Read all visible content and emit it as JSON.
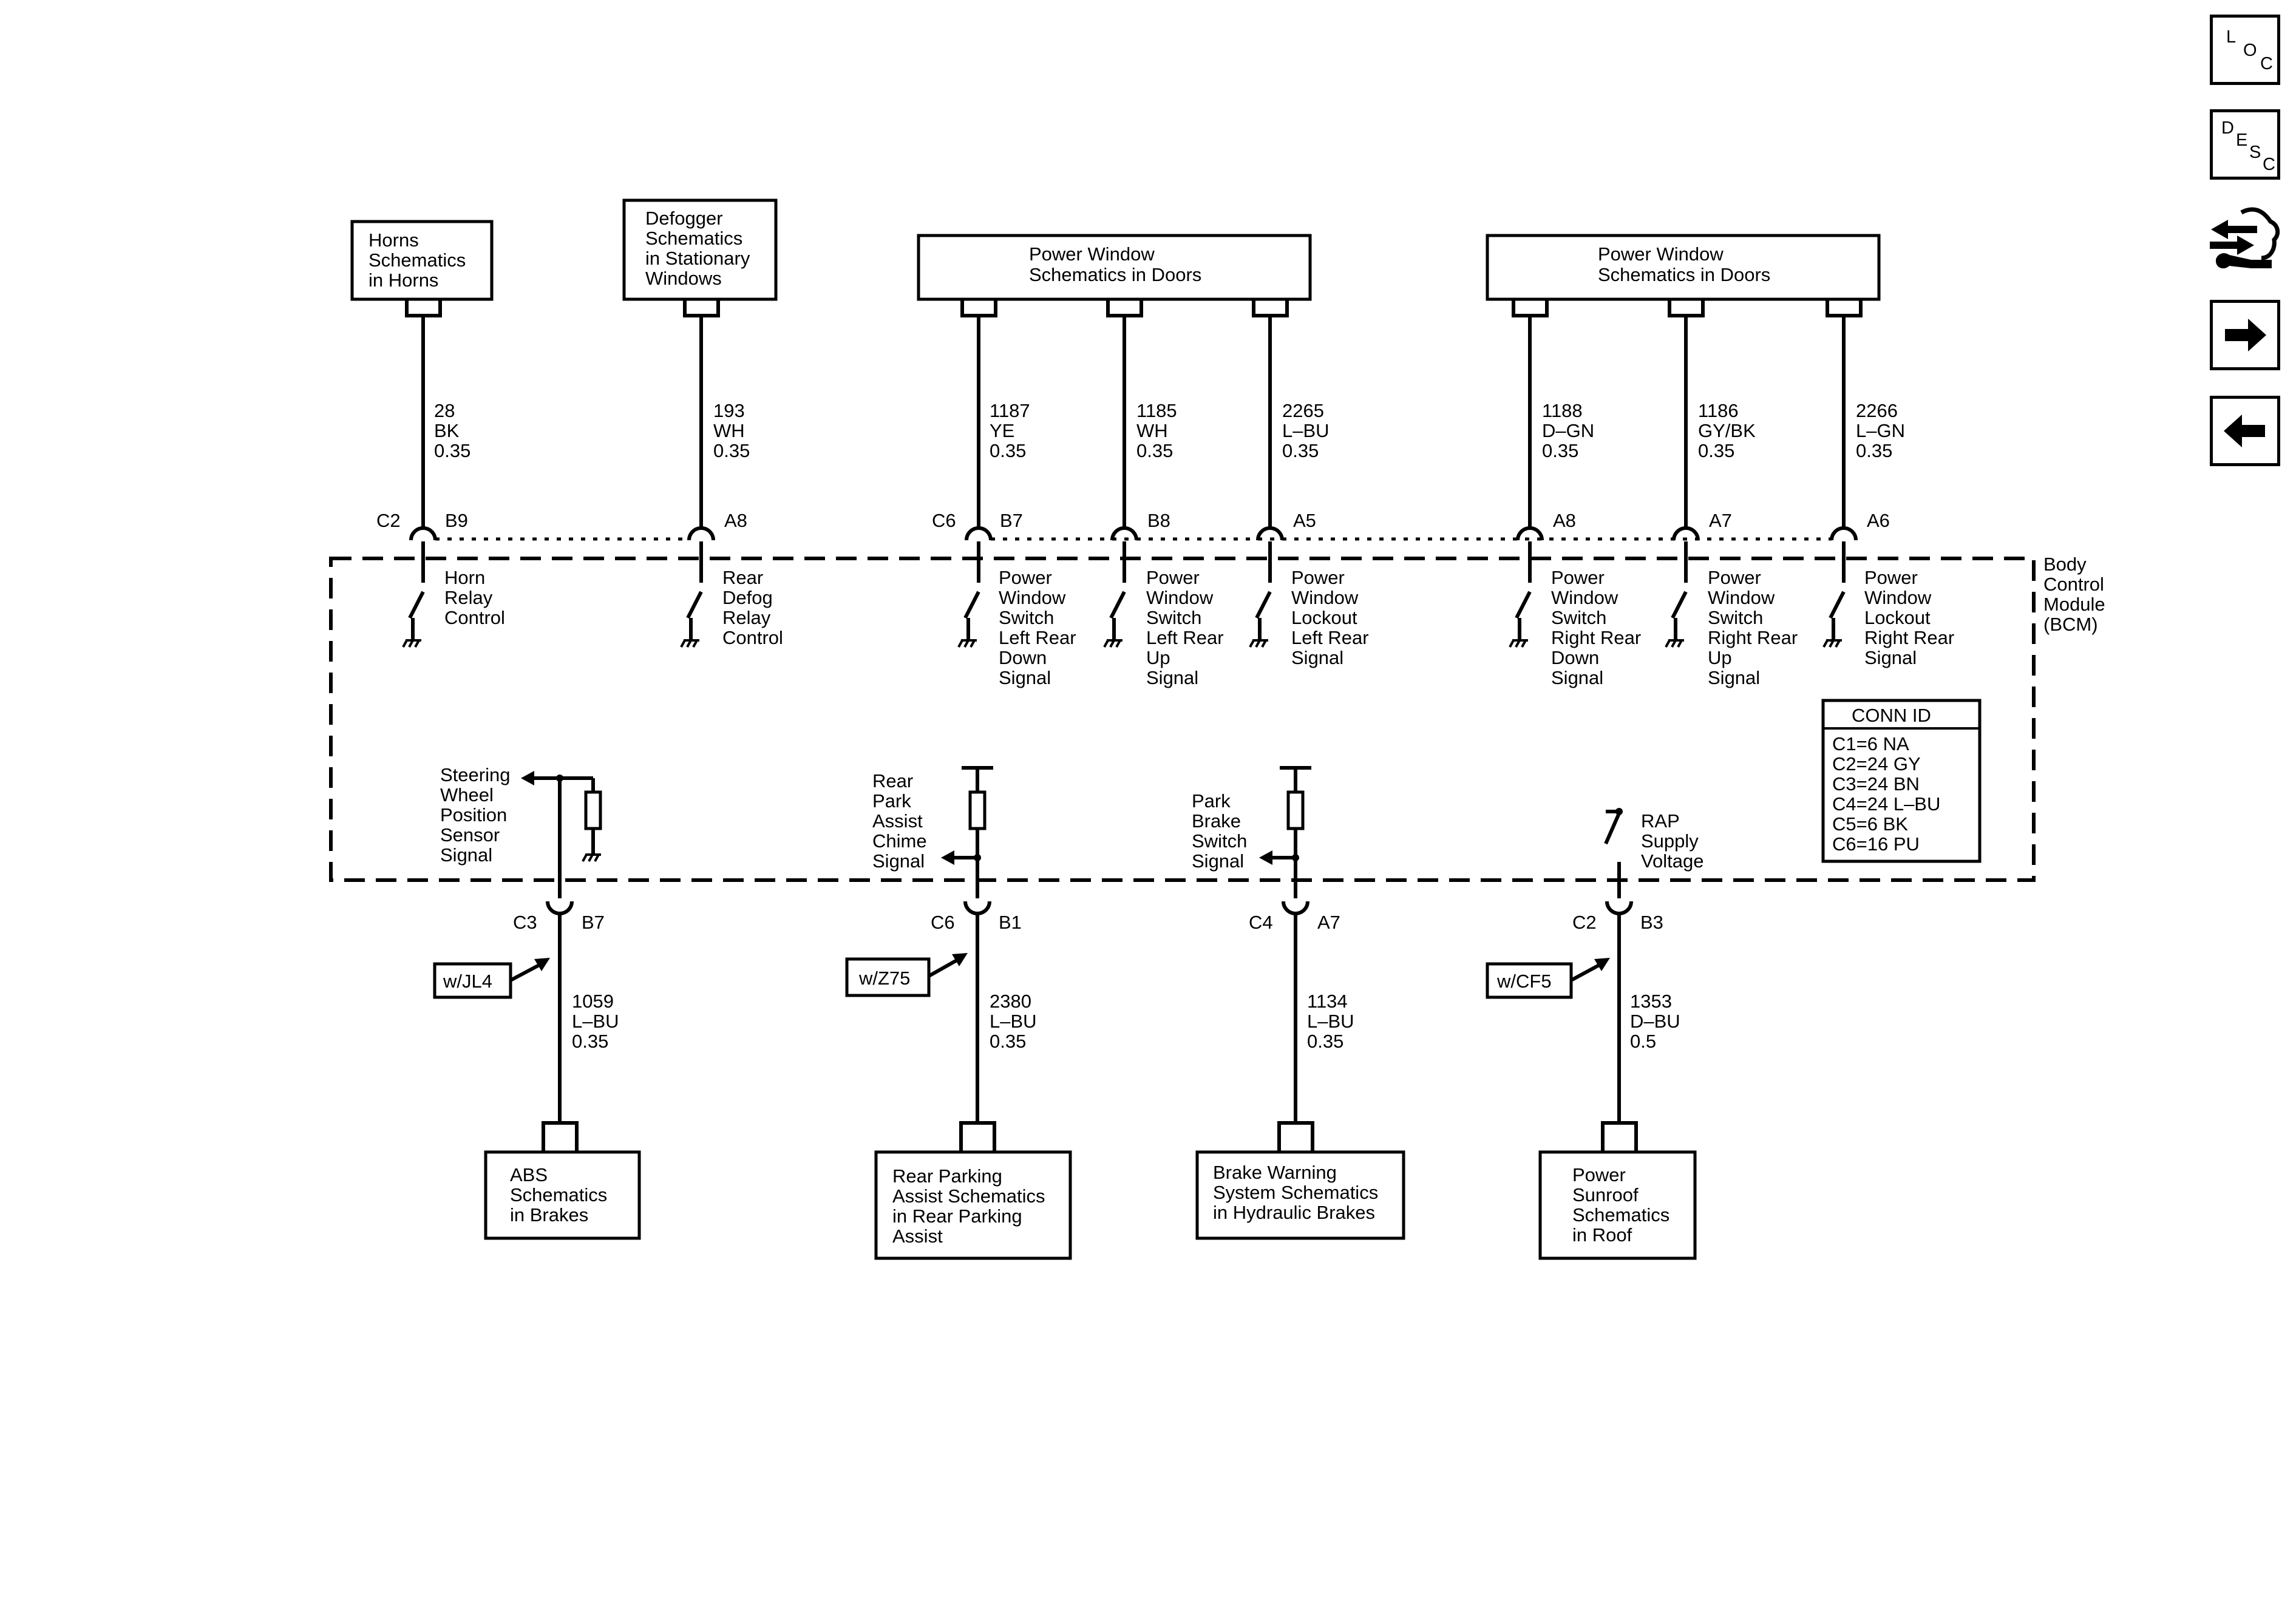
{
  "sources_top": {
    "horns": [
      "Horns",
      "Schematics",
      "in Horns"
    ],
    "defogger": [
      "Defogger",
      "Schematics",
      "in Stationary",
      "Windows"
    ],
    "power_window_left": [
      "Power Window",
      "Schematics in Doors"
    ],
    "power_window_right": [
      "Power Window",
      "Schematics in Doors"
    ]
  },
  "wires_top": [
    {
      "circuit": "28",
      "color": "BK",
      "gauge": "0.35",
      "conn": "C2",
      "pin": "B9",
      "function": [
        "Horn",
        "Relay",
        "Control"
      ]
    },
    {
      "circuit": "193",
      "color": "WH",
      "gauge": "0.35",
      "conn": "",
      "pin": "A8",
      "function": [
        "Rear",
        "Defog",
        "Relay",
        "Control"
      ]
    },
    {
      "circuit": "1187",
      "color": "YE",
      "gauge": "0.35",
      "conn": "C6",
      "pin": "B7",
      "function": [
        "Power",
        "Window",
        "Switch",
        "Left Rear",
        "Down",
        "Signal"
      ]
    },
    {
      "circuit": "1185",
      "color": "WH",
      "gauge": "0.35",
      "conn": "",
      "pin": "B8",
      "function": [
        "Power",
        "Window",
        "Switch",
        "Left Rear",
        "Up",
        "Signal"
      ]
    },
    {
      "circuit": "2265",
      "color": "L–BU",
      "gauge": "0.35",
      "conn": "",
      "pin": "A5",
      "function": [
        "Power",
        "Window",
        "Lockout",
        "Left Rear",
        "Signal"
      ]
    },
    {
      "circuit": "1188",
      "color": "D–GN",
      "gauge": "0.35",
      "conn": "",
      "pin": "A8",
      "function": [
        "Power",
        "Window",
        "Switch",
        "Right Rear",
        "Down",
        "Signal"
      ]
    },
    {
      "circuit": "1186",
      "color": "GY/BK",
      "gauge": "0.35",
      "conn": "",
      "pin": "A7",
      "function": [
        "Power",
        "Window",
        "Switch",
        "Right Rear",
        "Up",
        "Signal"
      ]
    },
    {
      "circuit": "2266",
      "color": "L–GN",
      "gauge": "0.35",
      "conn": "",
      "pin": "A6",
      "function": [
        "Power",
        "Window",
        "Lockout",
        "Right Rear",
        "Signal"
      ]
    }
  ],
  "module": {
    "label": [
      "Body",
      "Control",
      "Module",
      "(BCM)"
    ],
    "conn_id_title": "CONN ID",
    "conn_id": [
      "C1=6 NA",
      "C2=24 GY",
      "C3=24 BN",
      "C4=24 L–BU",
      "C5=6 BK",
      "C6=16 PU"
    ]
  },
  "wires_bottom": [
    {
      "circuit": "1059",
      "color": "L–BU",
      "gauge": "0.35",
      "conn": "C3",
      "pin": "B7",
      "option": "w/JL4",
      "function": [
        "Steering",
        "Wheel",
        "Position",
        "Sensor",
        "Signal"
      ]
    },
    {
      "circuit": "2380",
      "color": "L–BU",
      "gauge": "0.35",
      "conn": "C6",
      "pin": "B1",
      "option": "w/Z75",
      "function": [
        "Rear",
        "Park",
        "Assist",
        "Chime",
        "Signal"
      ]
    },
    {
      "circuit": "1134",
      "color": "L–BU",
      "gauge": "0.35",
      "conn": "C4",
      "pin": "A7",
      "option": "",
      "function": [
        "Park",
        "Brake",
        "Switch",
        "Signal"
      ]
    },
    {
      "circuit": "1353",
      "color": "D–BU",
      "gauge": "0.5",
      "conn": "C2",
      "pin": "B3",
      "option": "w/CF5",
      "function": [
        "RAP",
        "Supply",
        "Voltage"
      ]
    }
  ],
  "destinations_bottom": {
    "abs": [
      "ABS",
      "Schematics",
      "in Brakes"
    ],
    "rear_parking": [
      "Rear Parking",
      "Assist Schematics",
      "in Rear Parking",
      "Assist"
    ],
    "brake_warning": [
      "Brake Warning",
      "System Schematics",
      "in Hydraulic Brakes"
    ],
    "sunroof": [
      "Power",
      "Sunroof",
      "Schematics",
      "in Roof"
    ]
  },
  "nav": {
    "loc": [
      "L",
      "O",
      "C"
    ],
    "desc": [
      "D",
      "E",
      "S",
      "C"
    ],
    "icons": [
      "component-tool-icon",
      "arrow-right-icon",
      "arrow-left-icon"
    ]
  }
}
